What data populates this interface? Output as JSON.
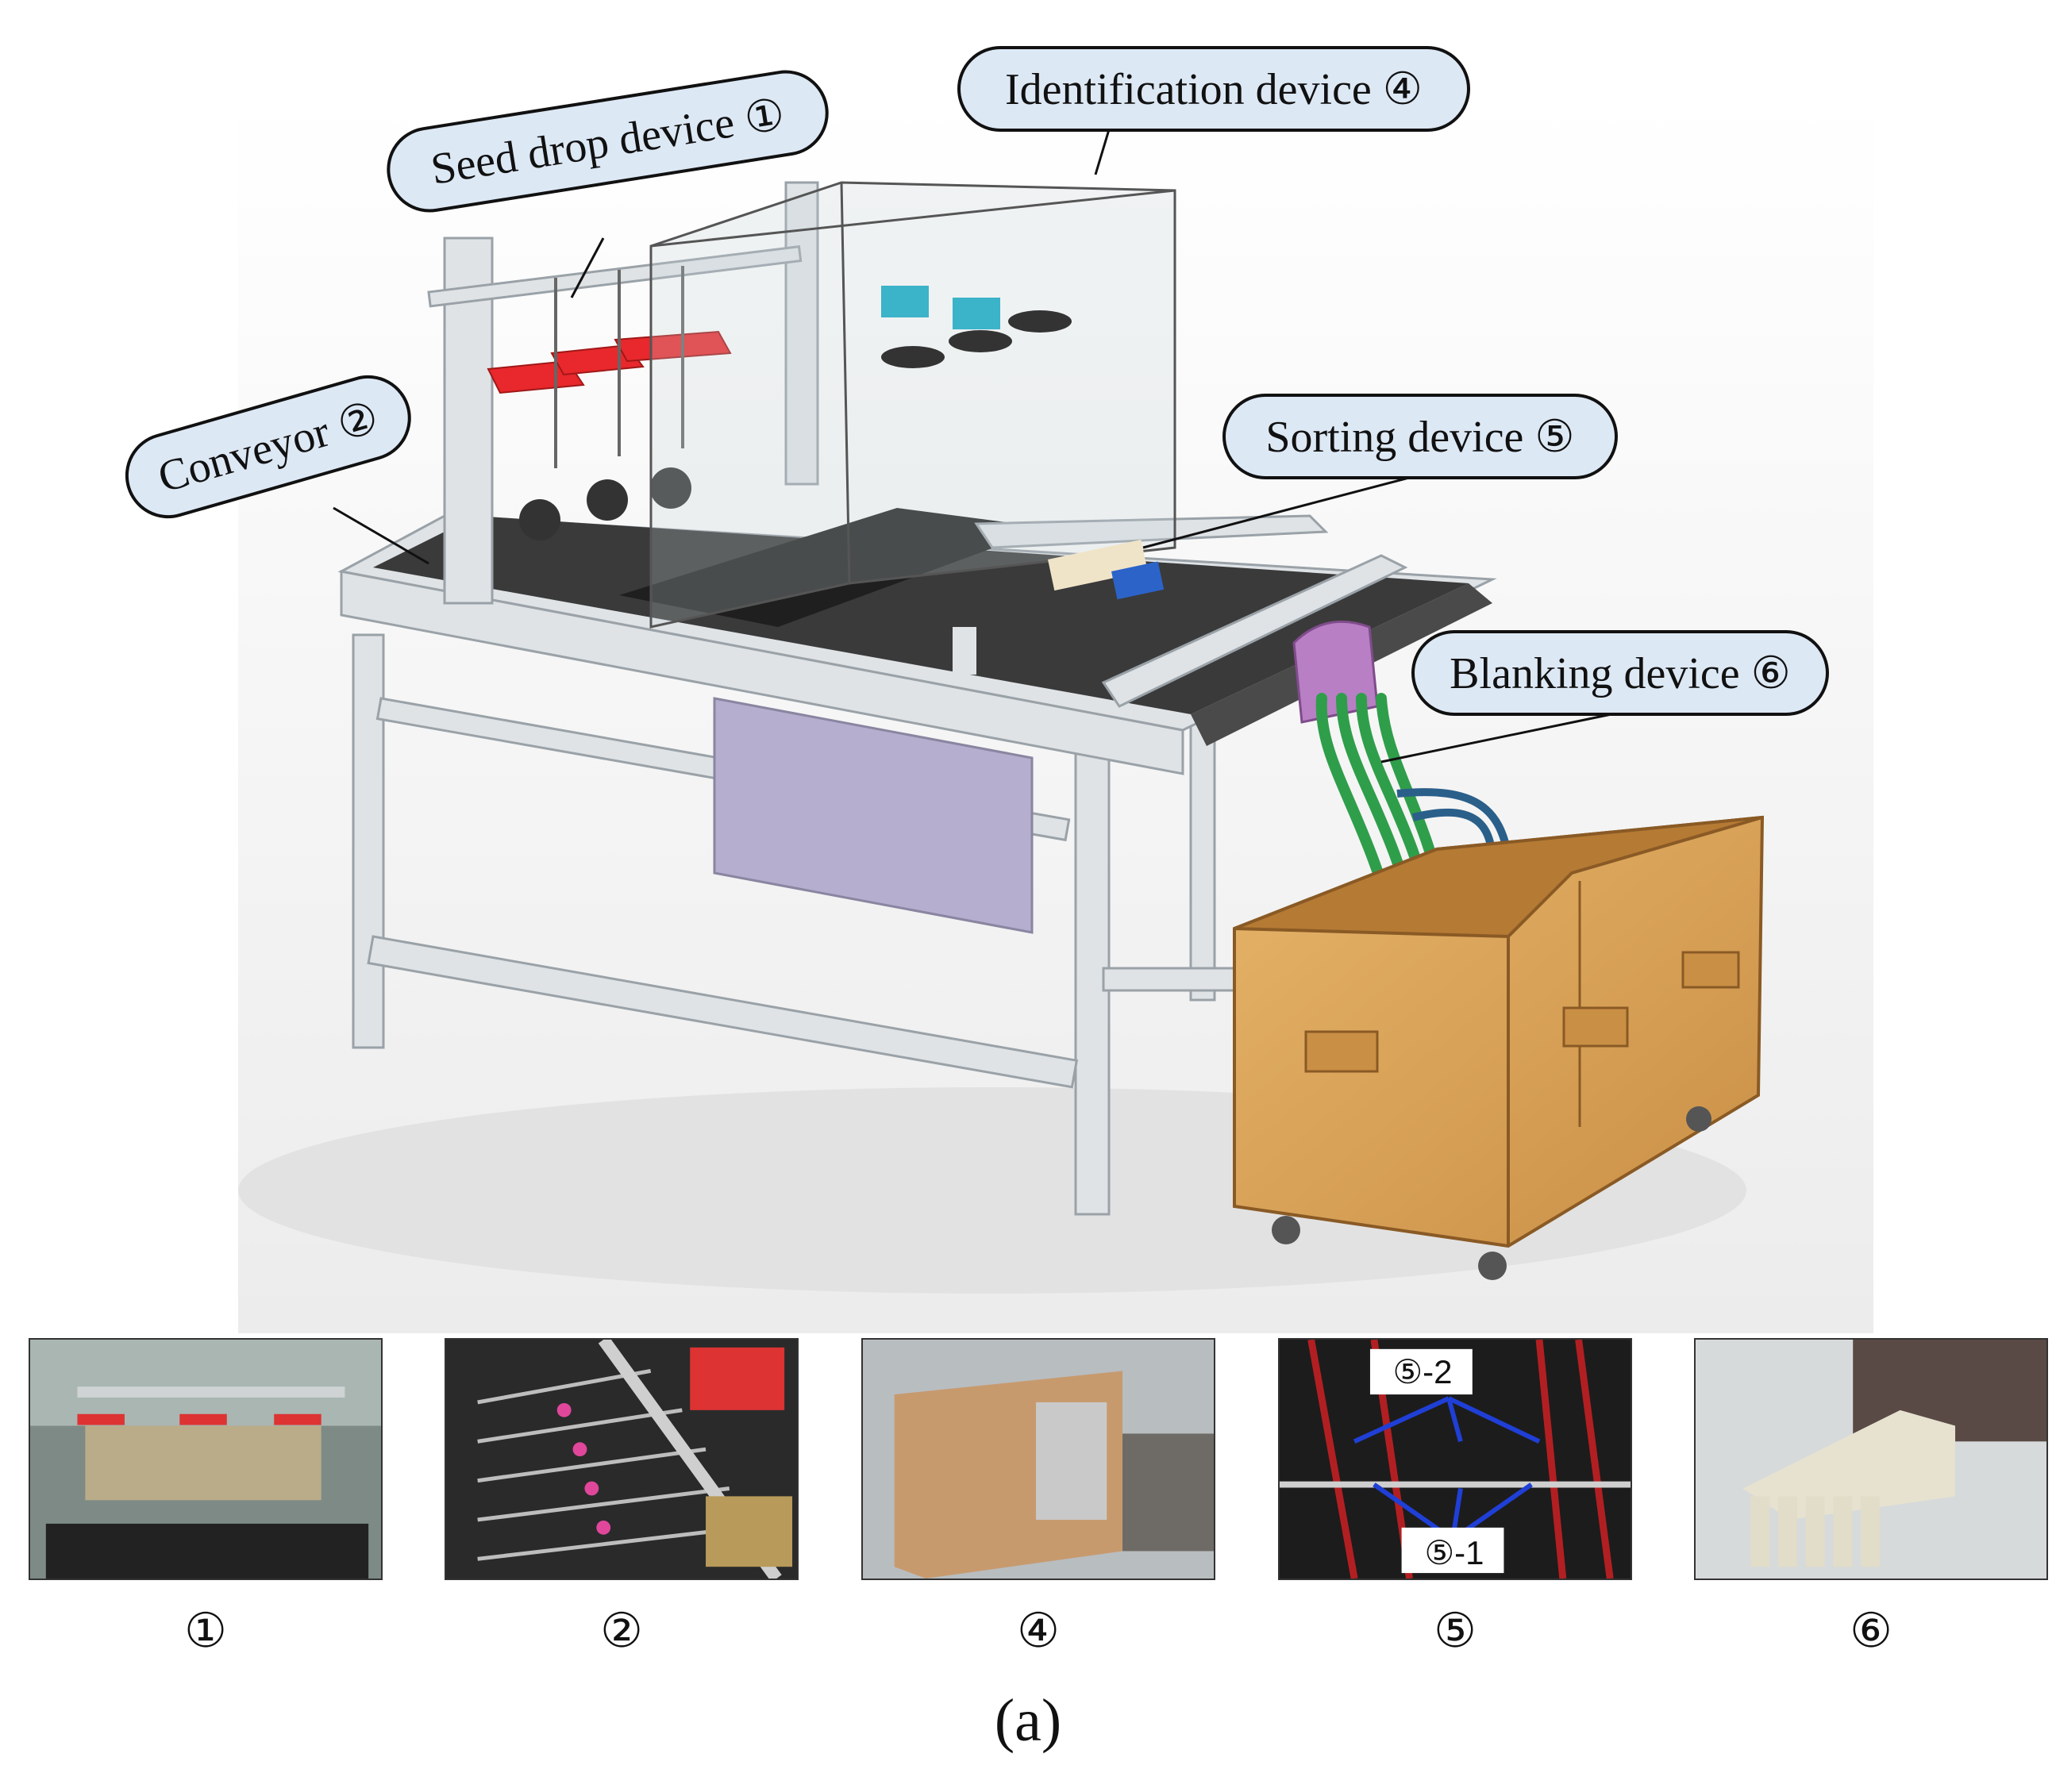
{
  "figure": {
    "label": "(a)",
    "callouts": {
      "seed_drop": "Seed drop device ①",
      "identification": "Identification device ④",
      "conveyor": "Conveyor ②",
      "sorting": "Sorting device ⑤",
      "blanking": "Blanking device ⑥"
    },
    "photos": [
      {
        "label": "①"
      },
      {
        "label": "②"
      },
      {
        "label": "④"
      },
      {
        "label": "⑤",
        "annotations": [
          "⑤-2",
          "⑤-1"
        ]
      },
      {
        "label": "⑥"
      }
    ]
  },
  "colors": {
    "callout_fill": "#dde8f5",
    "frame_aluminum": "#dfe3e6",
    "belt": "#3a3a3a",
    "seed_tray": "#e8282c",
    "control_box": "#b5aece",
    "blanking_head": "#b87fc4",
    "blanking_tubes": "#2f9e4a",
    "bin_wood": "#d9a55a",
    "annotation_lines": "#1f3fd6"
  }
}
